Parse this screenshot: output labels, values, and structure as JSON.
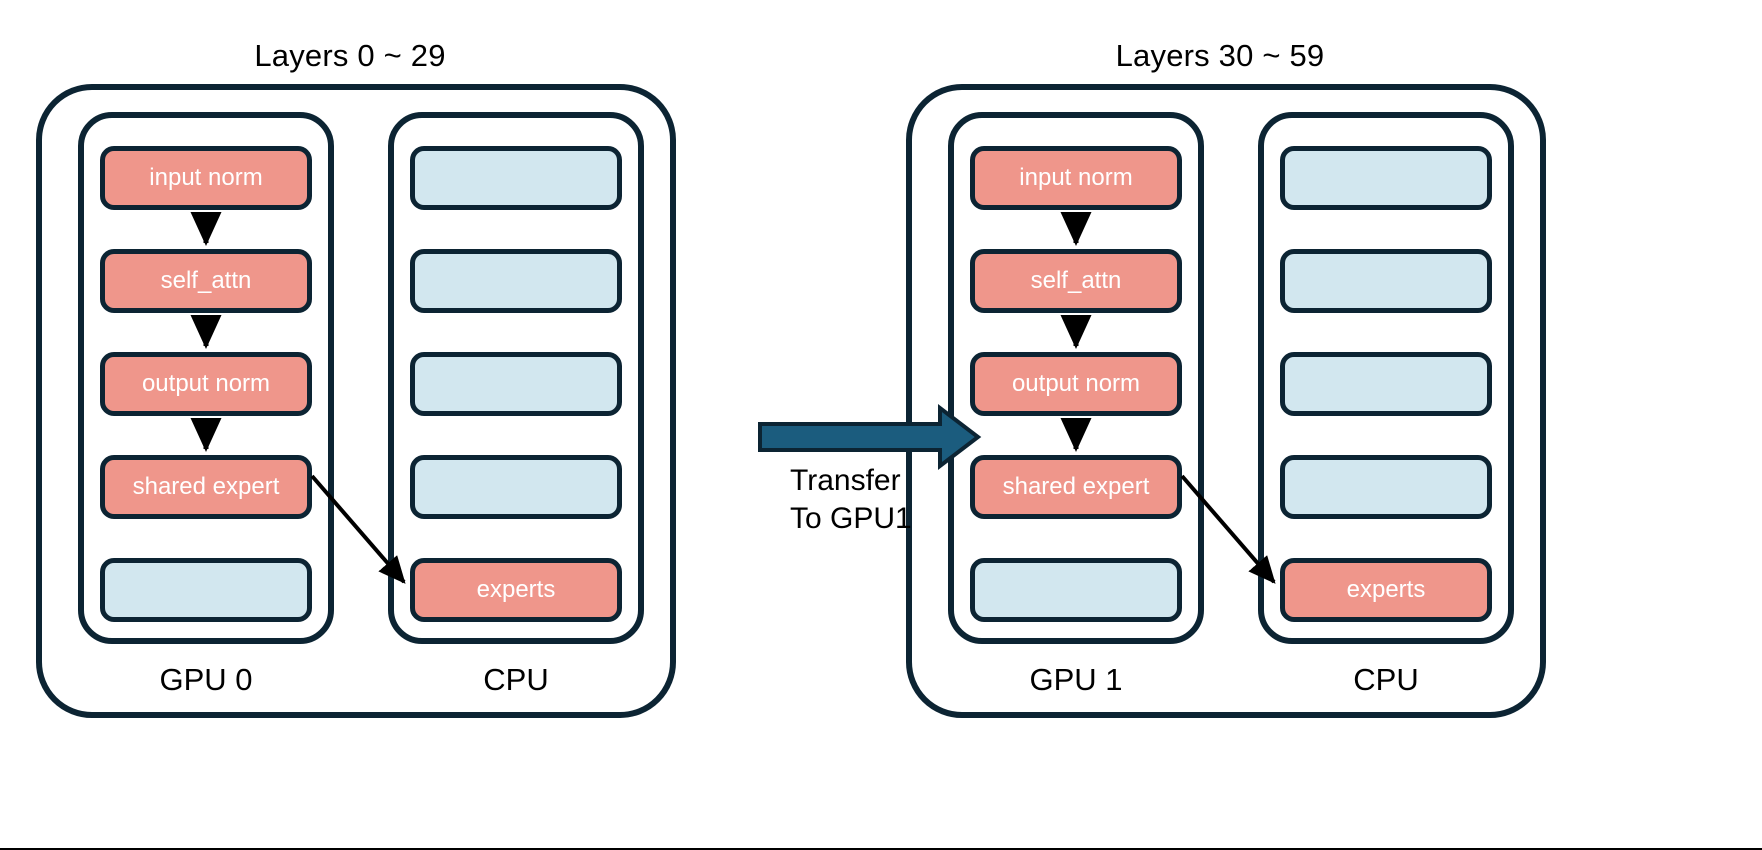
{
  "diagram": {
    "title_left": "Layers 0 ~ 29",
    "title_right": "Layers 30 ~ 59",
    "colors": {
      "active_fill": "#ef968b",
      "idle_fill": "#d2e7ef",
      "stroke": "#0c2433",
      "transfer_arrow": "#1b5c7e",
      "label_text": "#000000",
      "unit_text": "#ffffff",
      "background": "#ffffff"
    }
  },
  "groups": [
    {
      "title": "Layers 0 ~ 29",
      "columns": [
        {
          "label": "GPU 0",
          "units": [
            {
              "text": "input norm",
              "state": "active"
            },
            {
              "text": "self_attn",
              "state": "active"
            },
            {
              "text": "output norm",
              "state": "active"
            },
            {
              "text": "shared expert",
              "state": "active"
            },
            {
              "text": "",
              "state": "idle"
            }
          ]
        },
        {
          "label": "CPU",
          "units": [
            {
              "text": "",
              "state": "idle"
            },
            {
              "text": "",
              "state": "idle"
            },
            {
              "text": "",
              "state": "idle"
            },
            {
              "text": "",
              "state": "idle"
            },
            {
              "text": "experts",
              "state": "active"
            }
          ]
        }
      ]
    },
    {
      "title": "Layers 30 ~ 59",
      "columns": [
        {
          "label": "GPU 1",
          "units": [
            {
              "text": "input norm",
              "state": "active"
            },
            {
              "text": "self_attn",
              "state": "active"
            },
            {
              "text": "output norm",
              "state": "active"
            },
            {
              "text": "shared expert",
              "state": "active"
            },
            {
              "text": "",
              "state": "idle"
            }
          ]
        },
        {
          "label": "CPU",
          "units": [
            {
              "text": "",
              "state": "idle"
            },
            {
              "text": "",
              "state": "idle"
            },
            {
              "text": "",
              "state": "idle"
            },
            {
              "text": "",
              "state": "idle"
            },
            {
              "text": "experts",
              "state": "active"
            }
          ]
        }
      ]
    }
  ],
  "transfer": {
    "line1": "Transfer",
    "line2": "To GPU1"
  }
}
